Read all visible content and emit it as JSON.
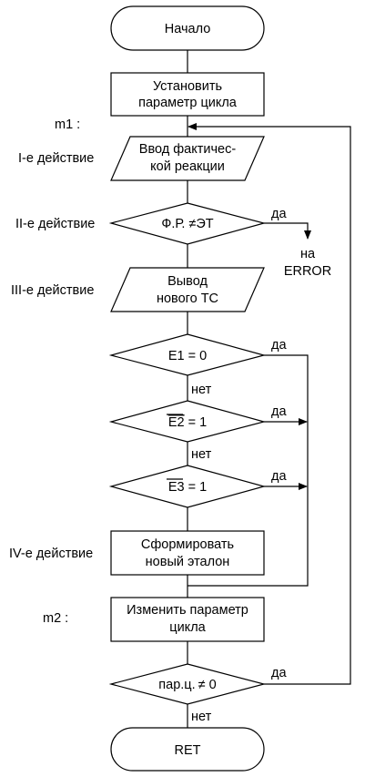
{
  "blocks": {
    "start": "Начало",
    "set_param_1": "Установить",
    "set_param_2": "параметр цикла",
    "input_1": "Ввод фактичес-",
    "input_2": "кой реакции",
    "cond_fp": "Ф.Р.",
    "cond_et": "ЭТ",
    "output_1": "Вывод",
    "output_2": "нового ТС",
    "e1": "E1 = 0",
    "e2_name": "E2",
    "e2_rest": " = 1",
    "e3_name": "E3",
    "e3_rest": " = 1",
    "form_1": "Сформировать",
    "form_2": "новый эталон",
    "change_1": "Изменить параметр",
    "change_2": "цикла",
    "loop_cond_a": "пар.ц.",
    "loop_cond_b": " 0",
    "end": "RET"
  },
  "labels": {
    "m1": "m1 :",
    "m2": "m2 :",
    "action1": "I-е действие",
    "action2": "II-е действие",
    "action3": "III-е действие",
    "action4": "IV-е действие"
  },
  "branches": {
    "yes": "да",
    "no": "нет",
    "error_1": "на",
    "error_2": "ERROR"
  },
  "symbols": {
    "not_equal": "≠"
  }
}
